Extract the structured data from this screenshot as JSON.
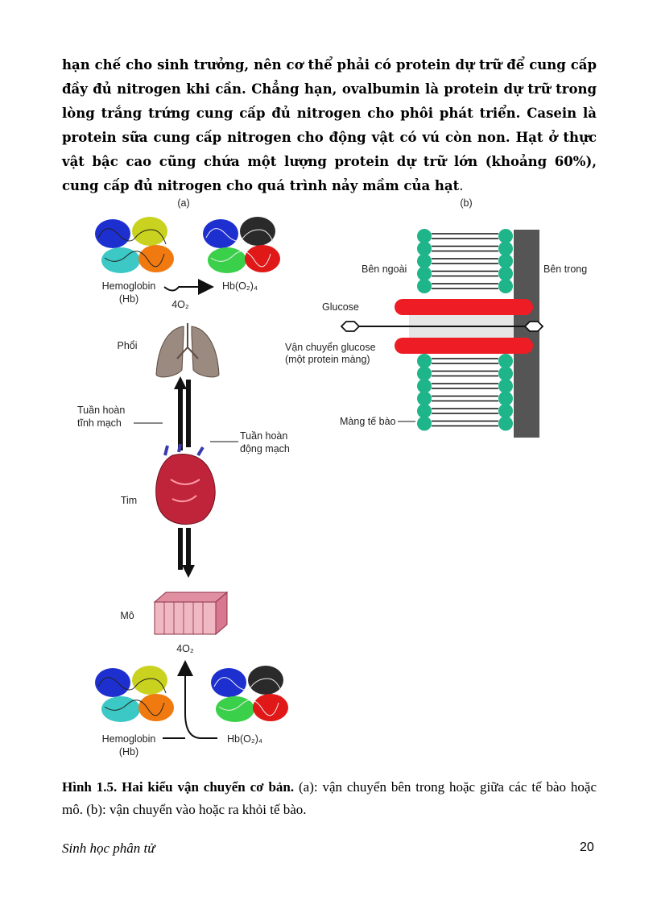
{
  "paragraph": {
    "text": "hạn chế cho sinh trưởng, nên cơ thể  phải có protein dự trữ để cung cấp đầy đủ nitrogen khi cần. Chẳng hạn, ovalbumin là protein dự trữ trong lòng trắng trứng cung cấp đủ nitrogen cho phôi phát triển. Casein là protein sữa cung cấp nitrogen cho động vật có vú còn non. Hạt ở thực vật bậc cao cũng chứa một lượng protein dự trữ lớn (khoảng 60%), cung cấp đủ nitrogen cho quá trình nảy mầm của hạt",
    "tail": "."
  },
  "figure": {
    "panel_a": {
      "label": "(a)",
      "hemoglobin_top": "Hemoglobin",
      "hb_top": "(Hb)",
      "hbo2_top": "Hb(O₂)₄",
      "o2_top": "4O₂",
      "lungs": "Phổi",
      "venous_1": "Tuần hoàn",
      "venous_2": "tĩnh mạch",
      "arterial_1": "Tuần hoàn",
      "arterial_2": "động mạch",
      "heart": "Tim",
      "tissue": "Mô",
      "o2_bottom": "4O₂",
      "hemoglobin_bottom": "Hemoglobin",
      "hb_bottom": "(Hb)",
      "hbo2_bottom": "Hb(O₂)₄"
    },
    "panel_b": {
      "label": "(b)",
      "outside": "Bên ngoài",
      "inside": "Bên trong",
      "glucose": "Glucose",
      "transporter_1": "Vận chuyển glucose",
      "transporter_2": "(một protein màng)",
      "membrane": "Màng tế bào"
    }
  },
  "caption": {
    "bold": "Hình 1.5. Hai kiểu vận chuyển cơ bản.",
    "text": " (a): vận chuyển bên trong hoặc giữa các tế bào hoặc mô. (b): vận chuyển vào hoặc ra khỏi tế bào."
  },
  "footer": {
    "title": "Sinh học phân tử",
    "page": "20"
  },
  "colors": {
    "lipid_head": "#1fb58a",
    "transporter": "#ee1c24",
    "cytoplasm": "#555555"
  }
}
